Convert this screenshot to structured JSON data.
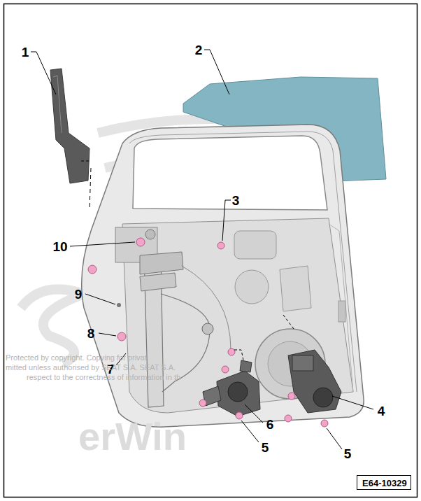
{
  "diagram": {
    "nodes": [
      {
        "text": [
          "E64-10329"
        ]
      }
    ],
    "labels": [
      "1",
      "2",
      "3",
      "10",
      "9",
      "8",
      "7",
      "4",
      "5",
      "6",
      "5",
      "Protected by copyright. Copying for privat",
      "mitted unless authorised by SEAT S.A. SEAT S.A.",
      "respect to the correctness of information in th",
      "erWin"
    ]
  }
}
